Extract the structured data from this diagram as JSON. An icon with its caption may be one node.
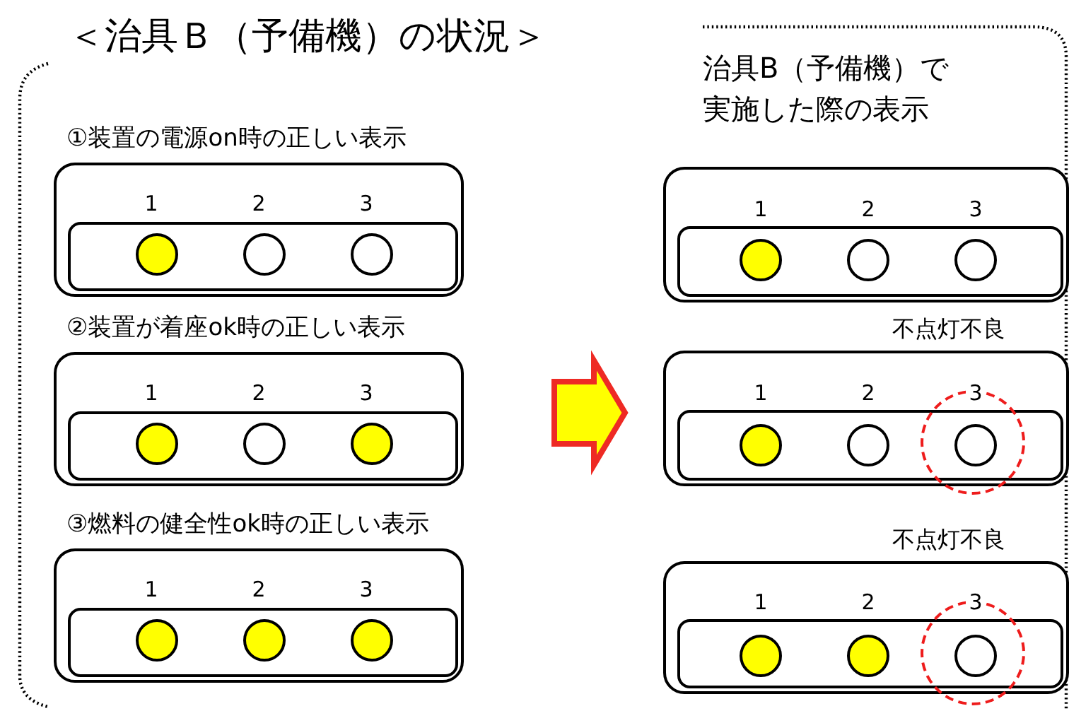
{
  "diagram": {
    "nodes": [
      {
        "text": [
          "＜治具Ｂ（予備機）の状況＞"
        ]
      },
      {
        "text": [
          "①装置の電源on時の正しい表示",
          "1",
          "2",
          "3"
        ],
        "in": 0
      },
      {
        "text": [],
        "shape": "circle",
        "in": 1
      },
      {
        "text": [],
        "shape": "circle",
        "in": 1
      },
      {
        "text": [],
        "shape": "circle",
        "in": 1
      },
      {
        "text": [
          "②装置が着座ok時の正しい表示",
          "1",
          "2",
          "3"
        ],
        "in": 0
      },
      {
        "text": [],
        "shape": "circle",
        "in": 5
      },
      {
        "text": [],
        "shape": "circle",
        "in": 5
      },
      {
        "text": [],
        "shape": "circle",
        "in": 5
      },
      {
        "text": [
          "③燃料の健全性ok時の正しい表示",
          "1",
          "2",
          "3"
        ],
        "in": 0
      },
      {
        "text": [],
        "shape": "circle",
        "in": 9
      },
      {
        "text": [],
        "shape": "circle",
        "in": 9
      },
      {
        "text": [],
        "shape": "circle",
        "in": 9
      },
      {
        "text": [
          "治具B（予備機）で実施した際の表示"
        ]
      },
      {
        "text": [
          "1",
          "2",
          "3"
        ],
        "in": 13
      },
      {
        "text": [],
        "shape": "circle",
        "in": 14
      },
      {
        "text": [],
        "shape": "circle",
        "in": 14
      },
      {
        "text": [],
        "shape": "circle",
        "in": 14
      },
      {
        "text": [
          "1",
          "2",
          "3"
        ],
        "beside": [
          "不点灯不良"
        ],
        "in": 13
      },
      {
        "text": [],
        "shape": "circle",
        "in": 18
      },
      {
        "text": [],
        "shape": "circle",
        "in": 18
      },
      {
        "text": [],
        "shape": "circle",
        "in": 18
      },
      {
        "text": [
          "1",
          "2",
          "3"
        ],
        "beside": [
          "不点灯不良"
        ],
        "in": 13
      },
      {
        "text": [],
        "shape": "circle",
        "in": 22
      },
      {
        "text": [],
        "shape": "circle",
        "in": 22
      },
      {
        "text": [],
        "shape": "circle",
        "in": 22
      }
    ],
    "edges": [
      {
        "from": 0,
        "to": 13,
        "arrow": "to"
      }
    ]
  }
}
